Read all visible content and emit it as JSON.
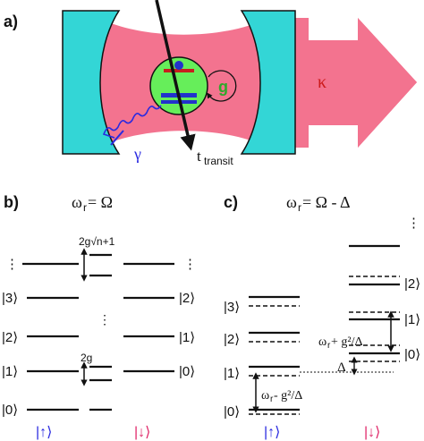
{
  "panel_a": {
    "label": "a)",
    "coupling": "g",
    "decay": "κ",
    "spont": "γ",
    "transit_main": "t",
    "transit_sub": "transit",
    "colors": {
      "mirror": "#33d6d6",
      "cavity": "#f3738f",
      "atom": "#66ee5a",
      "level": "#2233cc",
      "gamma": "#2a2ae0",
      "kappa_text": "#cc1a1a"
    }
  },
  "panel_b": {
    "label": "b)",
    "title_omega": "ω",
    "title_sub": "r",
    "title_rest": " = Ω",
    "left_kets": [
      "⋮",
      "|3⟩",
      "|2⟩",
      "|1⟩",
      "|0⟩"
    ],
    "right_kets": [
      "⋮",
      "|2⟩",
      "|1⟩",
      "|0⟩"
    ],
    "split_top": "2g√n+1",
    "split_bottom": "2g",
    "spin_up": "|↑⟩",
    "spin_down": "|↓⟩"
  },
  "panel_c": {
    "label": "c)",
    "title_omega": "ω",
    "title_sub": "r",
    "title_rest": " = Ω - Δ",
    "left_kets": [
      "|3⟩",
      "|2⟩",
      "|1⟩",
      "|0⟩"
    ],
    "right_kets": [
      "⋮",
      "|2⟩",
      "|1⟩",
      "|0⟩"
    ],
    "shift_upper": "ω",
    "shift_upper_sub": "r",
    "shift_upper_rest": " + g²/Δ",
    "shift_lower": "ω",
    "shift_lower_sub": "r",
    "shift_lower_rest": " - g²/Δ",
    "delta": "Δ",
    "spin_up": "|↑⟩",
    "spin_down": "|↓⟩",
    "colors": {
      "up": "#2a2ae0",
      "down": "#e0286a"
    }
  }
}
